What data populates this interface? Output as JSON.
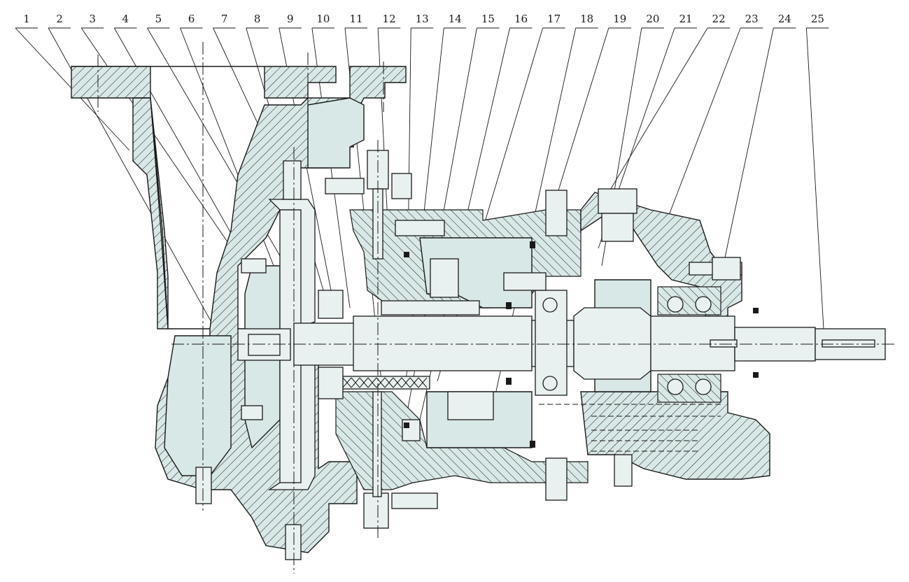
{
  "callouts": [
    "1",
    "2",
    "3",
    "4",
    "5",
    "6",
    "7",
    "8",
    "9",
    "10",
    "11",
    "12",
    "13",
    "14",
    "15",
    "16",
    "17",
    "18",
    "19",
    "20",
    "21",
    "22",
    "23",
    "24",
    "25"
  ],
  "colors": {
    "body": "#d8e8e6",
    "line": "#1a1a1a",
    "background": "#ffffff"
  }
}
